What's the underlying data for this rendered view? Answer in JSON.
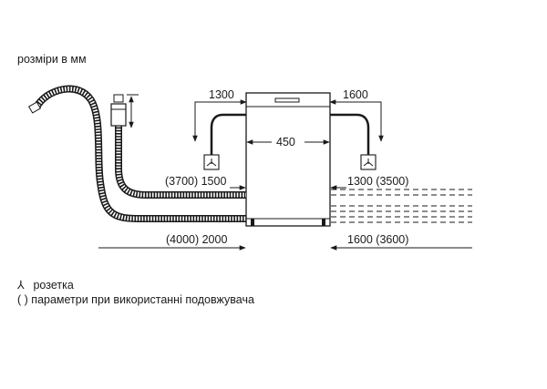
{
  "units_label": "розміри в мм",
  "dimensions": {
    "left_outlet_height": "1300",
    "right_outlet_height": "1600",
    "appliance_width": "450",
    "left_drain_hose": "(3700) 1500",
    "right_inlet_hose": "1300 (3500)",
    "left_power_cable": "(4000) 2000",
    "right_power_cable": "1600 (3600)"
  },
  "legend": {
    "socket_symbol": "⅄",
    "socket_label": "розетка",
    "brackets_symbol": "( )",
    "brackets_label": "параметри при використанні подовжувача"
  },
  "colors": {
    "line": "#1a1a1a",
    "hose_fill": "#ffffff"
  }
}
